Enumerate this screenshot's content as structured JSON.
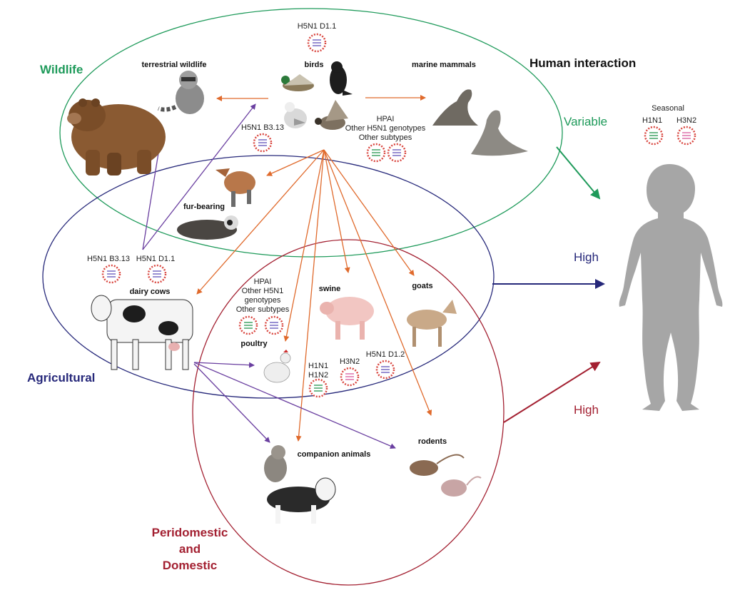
{
  "colors": {
    "wildlife": "#1e9a5a",
    "agricultural": "#26287a",
    "domestic": "#a32031",
    "orange_arrow": "#e06a2c",
    "purple_arrow": "#6a3fa0",
    "human": "#a6a6a6"
  },
  "zones": {
    "wildlife": "Wildlife",
    "agricultural": "Agricultural",
    "domestic_line1": "Peridomestic",
    "domestic_line2": "and",
    "domestic_line3": "Domestic"
  },
  "human": {
    "title": "Human interaction",
    "variable": "Variable",
    "high_agri": "High",
    "high_domestic": "High",
    "seasonal": "Seasonal",
    "seasonal_h1n1": "H1N1",
    "seasonal_h3n2": "H3N2"
  },
  "animals": {
    "terrestrial_wildlife": "terrestrial wildlife",
    "birds": "birds",
    "marine_mammals": "marine mammals",
    "fur_bearing": "fur-bearing",
    "dairy_cows": "dairy cows",
    "poultry": "poultry",
    "swine": "swine",
    "goats": "goats",
    "companion_animals": "companion animals",
    "rodents": "rodents"
  },
  "viruses": {
    "birds_top": "H5N1 D1.1",
    "birds_b313": "H5N1 B3.13",
    "marine_l1": "HPAI",
    "marine_l2": "Other H5N1 genotypes",
    "marine_l3": "Other subtypes",
    "cows_b313": "H5N1 B3.13",
    "cows_d11": "H5N1 D1.1",
    "poultry_l1": "HPAI",
    "poultry_l2": "Other H5N1",
    "poultry_l3": "genotypes",
    "poultry_l4": "Other subtypes",
    "swine_h1n1": "H1N1",
    "swine_h1n2": "H1N2",
    "swine_h3n2": "H3N2",
    "swine_d12": "H5N1 D1.2"
  }
}
